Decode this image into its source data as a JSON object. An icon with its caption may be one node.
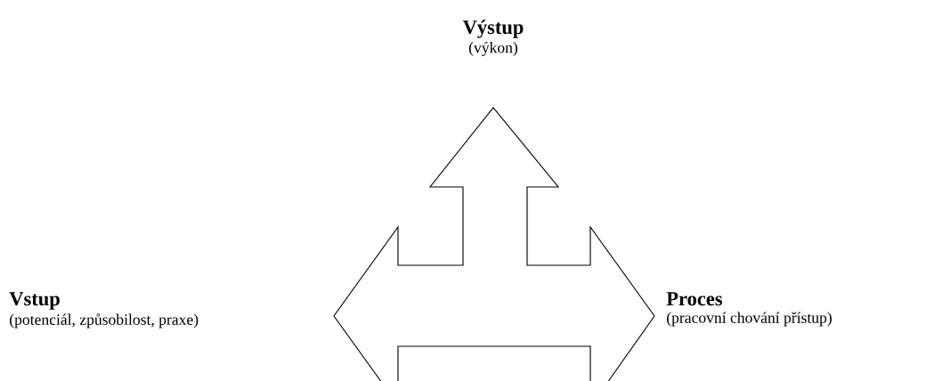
{
  "diagram": {
    "nodes": [
      {
        "text": [
          "Výstup",
          "(výkon)"
        ]
      },
      {
        "text": [
          "Vstup",
          "(potenciál, způsobilost, praxe)"
        ]
      },
      {
        "text": [
          "Proces",
          "(pracovní chování přístup)"
        ]
      },
      {
        "text": [],
        "shape": "arrow"
      }
    ]
  }
}
